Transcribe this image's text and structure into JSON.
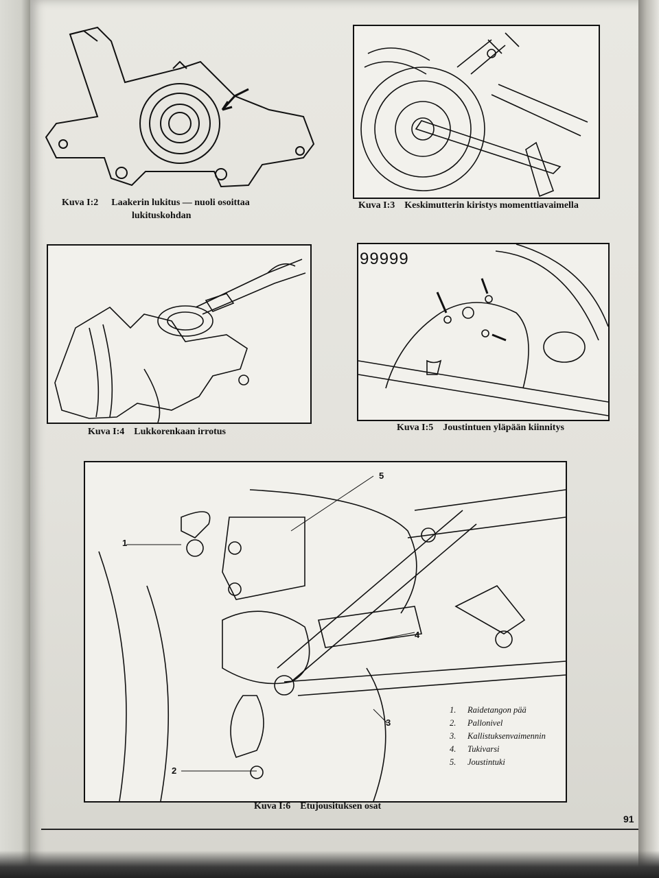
{
  "figures": {
    "fig_i2": {
      "number": "Kuva I:2",
      "title": "Laakerin lukitus — nuoli osoittaa",
      "title_line2": "lukituskohdan"
    },
    "fig_i3": {
      "number": "Kuva I:3",
      "title": "Keskimutterin kiristys momenttiavaimella"
    },
    "fig_i4": {
      "number": "Kuva I:4",
      "title": "Lukkorenkaan irrotus"
    },
    "fig_i5": {
      "number": "Kuva I:5",
      "title": "Joustintuen yläpään kiinnitys"
    },
    "fig_i6": {
      "number": "Kuva I:6",
      "title": "Etujousituksen osat",
      "callouts": [
        "1",
        "2",
        "3",
        "4",
        "5"
      ],
      "legend": [
        {
          "num": "1.",
          "label": "Raidetangon pää"
        },
        {
          "num": "2.",
          "label": "Pallonivel"
        },
        {
          "num": "3.",
          "label": "Kallistuksenvaimennin"
        },
        {
          "num": "4.",
          "label": "Tukivarsi"
        },
        {
          "num": "5.",
          "label": "Joustintuki"
        }
      ]
    },
    "fig_i5_tag": "99999"
  },
  "page_number": "91"
}
